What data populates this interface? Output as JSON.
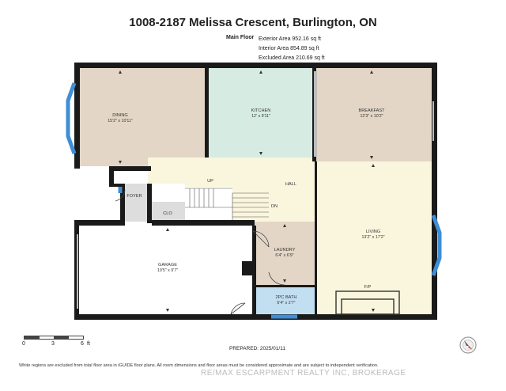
{
  "title": "1008-2187 Melissa Crescent, Burlington, ON",
  "floor": {
    "label": "Main Floor",
    "exterior_area": "Exterior Area 952.16 sq ft",
    "interior_area": "Interior Area 854.89 sq ft",
    "excluded_area": "Excluded Area 210.69 sq ft"
  },
  "rooms": {
    "dining": {
      "name": "DINING",
      "dim": "15'2\" x 10'11\""
    },
    "kitchen": {
      "name": "KITCHEN",
      "dim": "12' x 9'11\""
    },
    "breakfast": {
      "name": "BREAKFAST",
      "dim": "12'3\" x 10'2\""
    },
    "living": {
      "name": "LIVING",
      "dim": "13'2\" x 17'2\""
    },
    "laundry": {
      "name": "LAUNDRY",
      "dim": "6'4\" x 6'9\""
    },
    "garage": {
      "name": "GARAGE",
      "dim": "19'5\" x 9'7\""
    },
    "bath": {
      "name": "2PC BATH",
      "dim": "6'4\" x 2'7\""
    }
  },
  "labels": {
    "up": "UP",
    "hall": "HALL",
    "foyer": "FOYER",
    "clo": "CLO",
    "dn": "DN",
    "fp": "F/P"
  },
  "scale": {
    "n0": "0",
    "n3": "3",
    "n6": "6",
    "unit": "ft"
  },
  "prepared": "PREPARED: 2025/01/11",
  "disclaimer": "White regions are excluded from total floor area in iGUIDE floor plans. All room dimensions and floor areas must be considered approximate and are subject to independent verification.",
  "watermark": "RE/MAX ESCARPMENT REALTY INC, BROKERAGE",
  "colors": {
    "tan": "#e3d6c6",
    "mint": "#d6ece3",
    "cream": "#f9f6dd",
    "blue": "#c2dff2",
    "grey": "#dddddd",
    "wall": "#1a1a1a",
    "window": "#3f8ed6"
  }
}
